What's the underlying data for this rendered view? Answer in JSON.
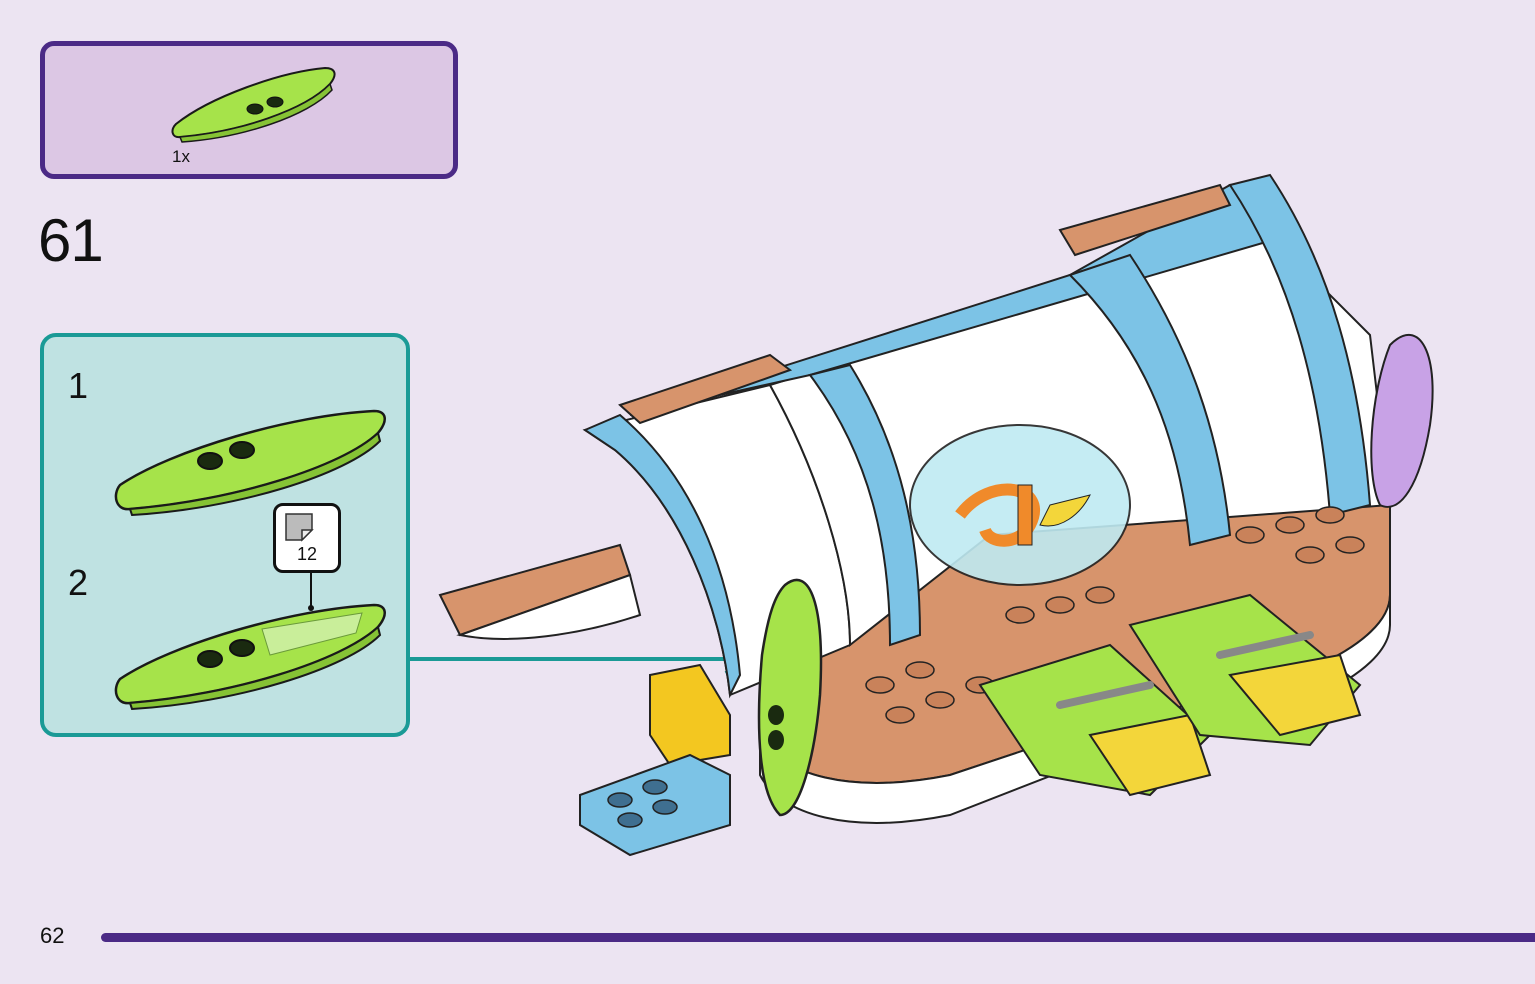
{
  "parts_list": {
    "items": [
      {
        "part": "surfboard-piece",
        "quantity": "1x"
      }
    ]
  },
  "step": {
    "number": "61",
    "substeps": [
      {
        "number": "1"
      },
      {
        "number": "2",
        "sticker": "12"
      }
    ]
  },
  "page": {
    "number": "62"
  },
  "colors": {
    "parts_box_border": "#4b2a86",
    "parts_box_fill": "#dcc7e4",
    "substep_box_border": "#1a9a96",
    "substep_box_fill": "#bfe2e2",
    "surfboard": "#a6e34a",
    "arrow": "#1a9a96",
    "page_bar": "#4b2a86",
    "background": "#ece4f2"
  }
}
